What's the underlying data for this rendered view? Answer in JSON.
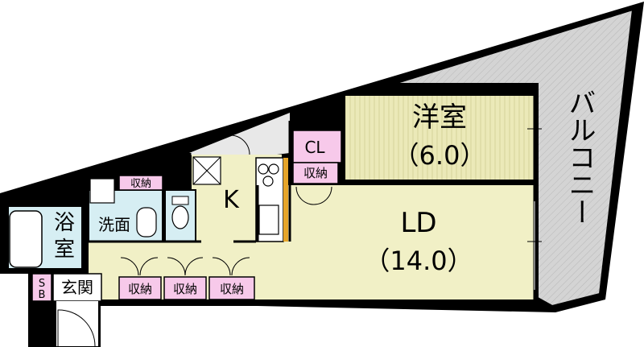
{
  "rooms": {
    "western_room": {
      "name": "洋室",
      "size": "（6.0）"
    },
    "living_dining": {
      "name": "LD",
      "size": "（14.0）"
    },
    "kitchen": {
      "name": "K"
    },
    "bath": {
      "name_line1": "浴",
      "name_line2": "室"
    },
    "washroom": {
      "name": "洗面"
    },
    "entrance": {
      "name": "玄関"
    },
    "balcony": {
      "name": "バルコニー"
    },
    "closet": {
      "name": "CL"
    },
    "shoe_box": {
      "line1": "S",
      "line2": "B"
    }
  },
  "storage_label": "収納",
  "colors": {
    "wall": "#000000",
    "living_floor": "#f1f0c6",
    "western_floor": "#e9e7b4",
    "wet_area": "#d6eef3",
    "storage": "#f7c9ea",
    "balcony": "#d9d9d9",
    "kitchen_accent": "#e6a52a"
  }
}
